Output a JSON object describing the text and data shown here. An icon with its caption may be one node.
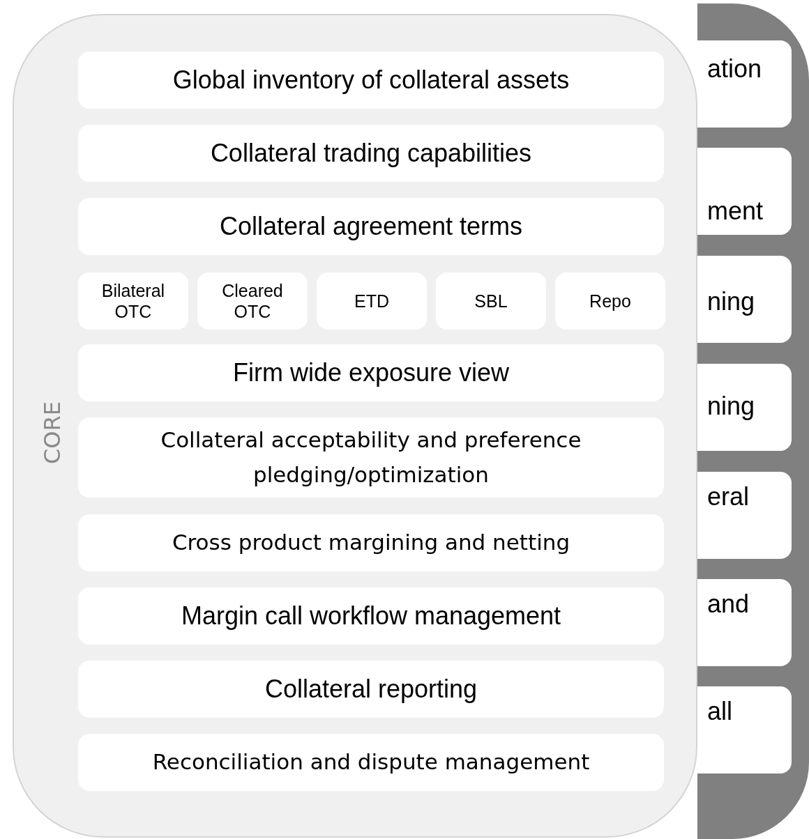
{
  "diagram": {
    "nodes": [
      {
        "text": [],
        "shape": "box"
      },
      {
        "text": [
          "ation"
        ],
        "in": 0
      },
      {
        "text": [
          "ment"
        ],
        "in": 0
      },
      {
        "text": [
          "ning"
        ],
        "in": 0
      },
      {
        "text": [
          "ning"
        ],
        "in": 0
      },
      {
        "text": [
          "eral"
        ],
        "in": 0
      },
      {
        "text": [
          "and"
        ],
        "in": 0
      },
      {
        "text": [
          "all"
        ],
        "in": 0
      },
      {
        "text": [
          "CORE"
        ]
      },
      {
        "text": [
          "Global inventory of collateral assets"
        ],
        "in": 8
      },
      {
        "text": [
          "Collateral trading capabilities"
        ],
        "in": 8
      },
      {
        "text": [
          "Collateral agreement terms"
        ],
        "in": 8
      },
      {
        "text": [
          "Bilateral OTC"
        ],
        "in": 8
      },
      {
        "text": [
          "Cleared OTC"
        ],
        "in": 8
      },
      {
        "text": [
          "ETD"
        ],
        "in": 8
      },
      {
        "text": [
          "SBL"
        ],
        "in": 8
      },
      {
        "text": [
          "Repo"
        ],
        "in": 8
      },
      {
        "text": [
          "Firm wide exposure view"
        ],
        "in": 8
      },
      {
        "text": [
          "Collateral acceptability and preference pledging/optimization"
        ],
        "in": 8
      },
      {
        "text": [
          "Cross product margining and netting"
        ],
        "in": 8
      },
      {
        "text": [
          "Margin call workflow management"
        ],
        "in": 8
      },
      {
        "text": [
          "Collateral reporting"
        ],
        "in": 8
      },
      {
        "text": [
          "Reconciliation and dispute management"
        ],
        "in": 8
      }
    ]
  }
}
